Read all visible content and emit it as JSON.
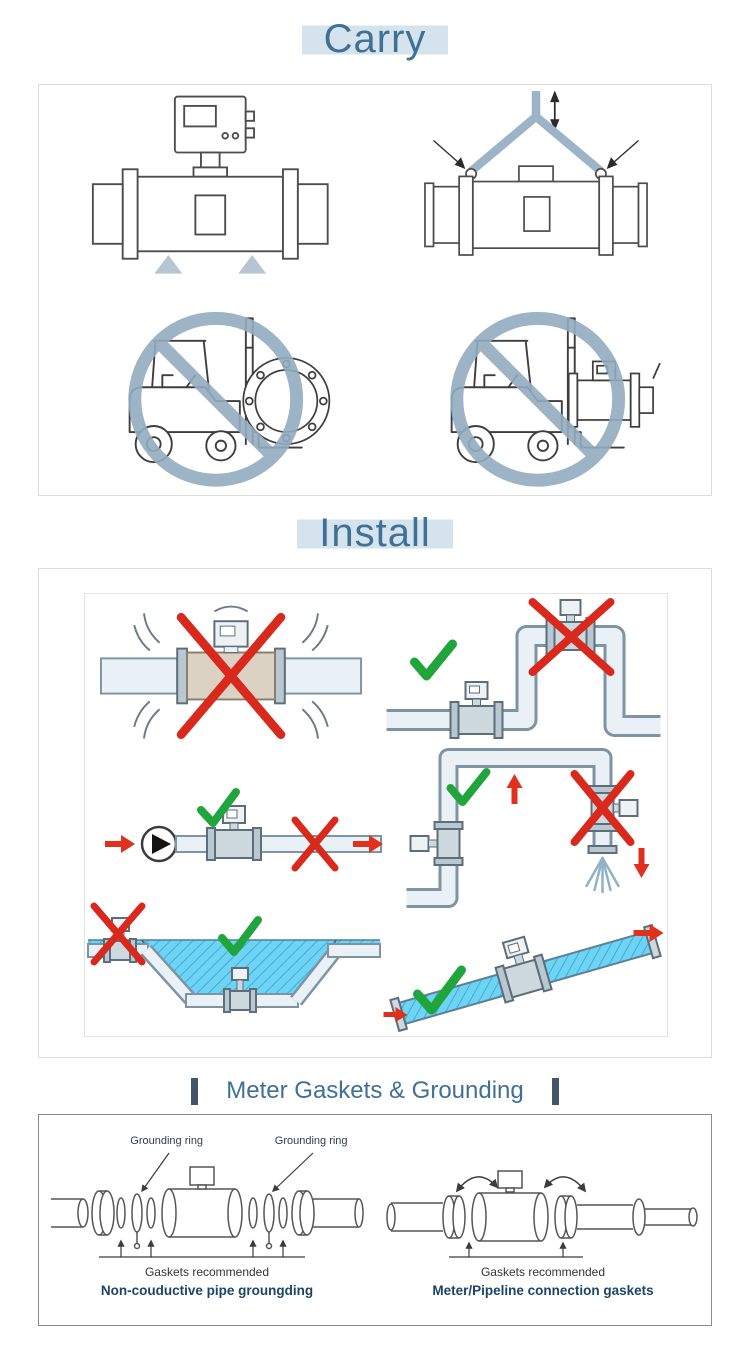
{
  "sections": {
    "carry": {
      "title": "Carry"
    },
    "install": {
      "title": "Install"
    },
    "gaskets": {
      "title": "Meter Gaskets & Grounding"
    }
  },
  "gaskets_panel": {
    "left": {
      "grounding_ring_label_1": "Grounding ring",
      "grounding_ring_label_2": "Grounding ring",
      "gaskets_label": "Gaskets recommended",
      "caption": "Non-couductive pipe groungding"
    },
    "right": {
      "gaskets_label": "Gaskets recommended",
      "caption": "Meter/Pipeline connection gaskets"
    }
  },
  "icons": {
    "check": "✓",
    "cross": "✕",
    "no_entry": "🚫",
    "updown_arrow": "↕",
    "flow_arrow": "→"
  },
  "colors": {
    "title_blue": "#3f7096",
    "band_blue": "#d5e3ed",
    "bar_navy": "#44546a",
    "caption_navy": "#1c4468",
    "check_green": "#1fa53c",
    "cross_red": "#d9291d",
    "arrow_red": "#e0301e",
    "no_sign_blue": "#93abc0",
    "strap_blue": "#9db4c8",
    "water_cyan": "#6fd3f4",
    "pipe_fill": "#e9f0f6",
    "pipe_outline": "#7e94a2"
  }
}
